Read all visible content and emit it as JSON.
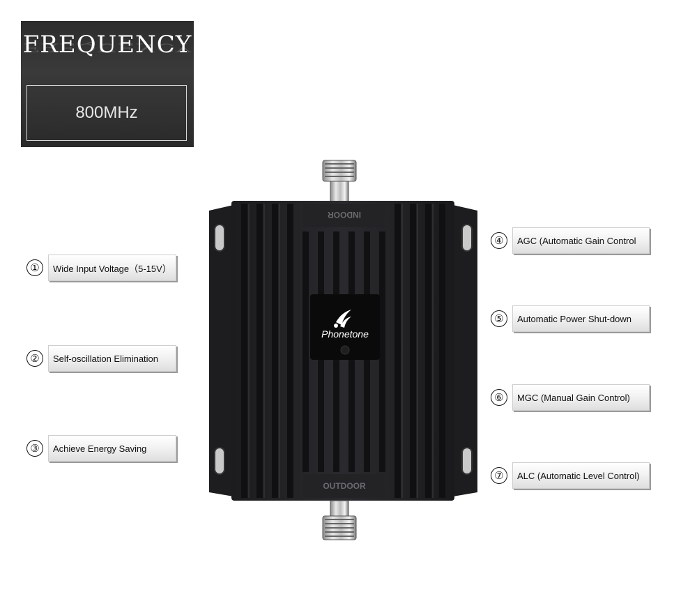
{
  "frequency": {
    "title": "FREQUENCY",
    "value": "800MHz"
  },
  "device": {
    "brand": "Phonetone",
    "top_port_label": "INDOOR",
    "bottom_port_label": "OUTDOOR"
  },
  "features_left": [
    {
      "num": "①",
      "label": "Wide Input Voltage（5-15V）"
    },
    {
      "num": "②",
      "label": "Self-oscillation Elimination"
    },
    {
      "num": "③",
      "label": "Achieve Energy Saving"
    }
  ],
  "features_right": [
    {
      "num": "④",
      "label": "AGC (Automatic Gain Control"
    },
    {
      "num": "⑤",
      "label": "Automatic Power Shut-down"
    },
    {
      "num": "⑥",
      "label": "MGC (Manual Gain Control)"
    },
    {
      "num": "⑦",
      "label": "ALC (Automatic Level Control)"
    }
  ]
}
